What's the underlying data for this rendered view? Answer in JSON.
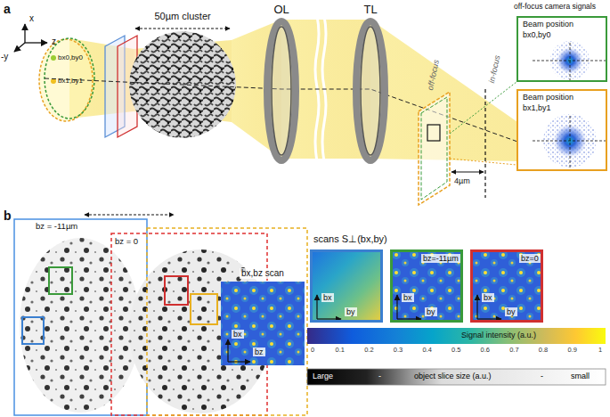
{
  "diagram": {
    "nodes": [
      {
        "text": [
          "OL"
        ]
      },
      {
        "text": [
          "TL"
        ]
      },
      {
        "text": [
          "Beam position",
          "bx0,by0"
        ]
      },
      {
        "text": [
          "Beam position",
          "bx1,by1"
        ]
      },
      {
        "text": [
          "bx,bz scan",
          "bx",
          "bz"
        ]
      },
      {
        "text": [
          "bx",
          "by"
        ]
      },
      {
        "text": [
          "bz=-11µm",
          "bx",
          "by"
        ]
      },
      {
        "text": [
          "bz=0",
          "bx",
          "by"
        ]
      },
      {
        "text": [
          "Signal intensity (a.u.)",
          "0",
          "0.1",
          "0.2",
          "0.3",
          "0.4",
          "0.5",
          "0.6",
          "0.7",
          "0.8",
          "0.9",
          "1"
        ]
      },
      {
        "text": [
          "Large",
          "-",
          "object slice size (a.u.)",
          "-",
          "small"
        ]
      }
    ],
    "labels": [
      "a",
      "x",
      "-y",
      "z",
      "bx0,by0",
      "bx1,by1",
      "50µm cluster",
      "off-focus camera signals",
      "off-focus",
      "in-focus",
      "4µm",
      "b",
      "bz = -11µm",
      "bz = 0",
      "scans S⊥(bx,by)"
    ]
  }
}
